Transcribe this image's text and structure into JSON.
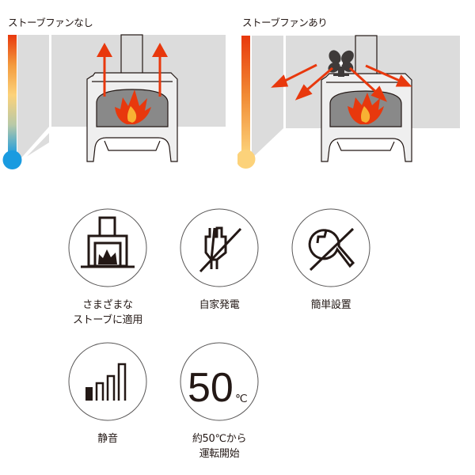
{
  "comparison": {
    "without_fan": {
      "title": "ストーブファンなし",
      "thermometer_bottom_color": "#1a9be0",
      "thermometer_top_color": "#e8380d",
      "airflow": "up"
    },
    "with_fan": {
      "title": "ストーブファンあり",
      "thermometer_bottom_color": "#fcd27a",
      "thermometer_top_color": "#e8380d",
      "airflow": "spread"
    }
  },
  "features": [
    {
      "icon": "fireplace-icon",
      "label_line1": "さまざまな",
      "label_line2": "ストーブに適用"
    },
    {
      "icon": "no-plug-icon",
      "label_line1": "自家発電",
      "label_line2": ""
    },
    {
      "icon": "no-tool-icon",
      "label_line1": "簡単設置",
      "label_line2": ""
    },
    {
      "icon": "signal-bars-icon",
      "label_line1": "静音",
      "label_line2": ""
    },
    {
      "icon": "temperature-50c-icon",
      "icon_text": "50",
      "icon_unit": "℃",
      "label_line1": "約50℃から",
      "label_line2": "運転開始"
    }
  ],
  "colors": {
    "arrow": "#e8380d",
    "flame_outer": "#e8380d",
    "flame_inner": "#f8b133",
    "wall": "#dcdcdc",
    "firebox": "#898989",
    "stove_body": "#efefef",
    "outline": "#231815"
  }
}
